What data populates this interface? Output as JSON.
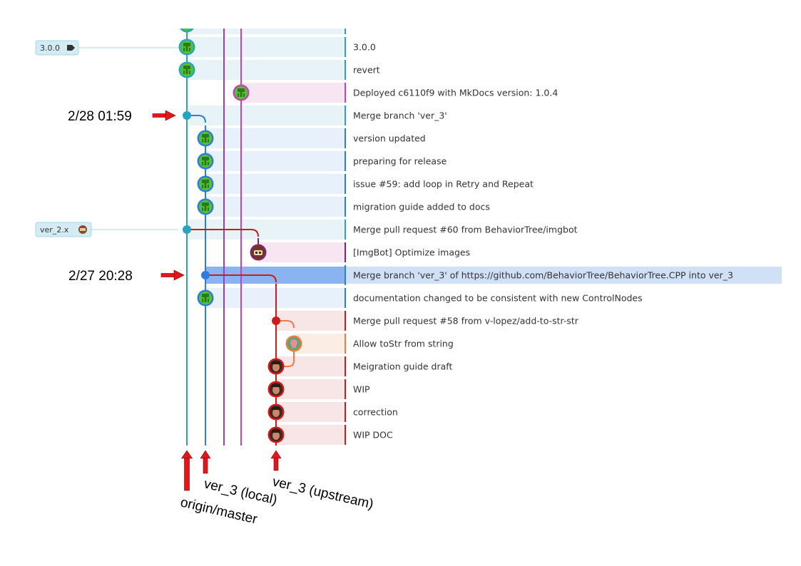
{
  "colors": {
    "master": "#2aa3bf",
    "local": "#2f7be0",
    "pages1": "#9a3fb5",
    "pages2": "#cc3fb8",
    "imgbot": "#8a2070",
    "upstream": "#cf1a1a",
    "tostr": "#ee7a44",
    "arrow": "#e4161d",
    "avatar_green": "#52c234",
    "avatar_red": "#8c3b22"
  },
  "refs": {
    "tag_300": "3.0.0",
    "tag_300_icon": "tag-icon",
    "branch_ver2x": "ver_2.x",
    "branch_ver2x_icon": "imgbot-avatar-icon"
  },
  "annotations": {
    "time_1": "2/28 01:59",
    "time_2": "2/27 20:28",
    "label_master": "origin/master",
    "label_local": "ver_3 (local)",
    "label_upstream": "ver_3 (upstream)"
  },
  "commits": [
    {
      "message": "3.0.0",
      "lane": "master",
      "avatar": "green",
      "merge": false,
      "selected": false
    },
    {
      "message": "revert",
      "lane": "master",
      "avatar": "green",
      "merge": false,
      "selected": false
    },
    {
      "message": "Deployed c6110f9 with MkDocs version: 1.0.4",
      "lane": "pages2",
      "avatar": "green",
      "merge": false,
      "selected": false
    },
    {
      "message": "Merge branch 'ver_3'",
      "lane": "master",
      "avatar": "",
      "merge": true,
      "selected": false
    },
    {
      "message": "version updated",
      "lane": "local",
      "avatar": "green",
      "merge": false,
      "selected": false
    },
    {
      "message": "preparing for release",
      "lane": "local",
      "avatar": "green",
      "merge": false,
      "selected": false
    },
    {
      "message": "issue #59: add loop in Retry and Repeat",
      "lane": "local",
      "avatar": "green",
      "merge": false,
      "selected": false
    },
    {
      "message": "migration guide added to docs",
      "lane": "local",
      "avatar": "green",
      "merge": false,
      "selected": false
    },
    {
      "message": "Merge pull request #60 from BehaviorTree/imgbot",
      "lane": "master",
      "avatar": "",
      "merge": true,
      "selected": false
    },
    {
      "message": "[ImgBot] Optimize images",
      "lane": "imgbot",
      "avatar": "imgbot",
      "merge": false,
      "selected": false
    },
    {
      "message": "Merge branch 'ver_3' of https://github.com/BehaviorTree/BehaviorTree.CPP into ver_3",
      "lane": "local",
      "avatar": "",
      "merge": true,
      "selected": true
    },
    {
      "message": "documentation changed to be consistent with new ControlNodes",
      "lane": "local",
      "avatar": "green",
      "merge": false,
      "selected": false
    },
    {
      "message": "Merge pull request #58 from v-lopez/add-to-str-str",
      "lane": "upstream",
      "avatar": "",
      "merge": true,
      "selected": false
    },
    {
      "message": "Allow toStr from string",
      "lane": "tostr",
      "avatar": "pink",
      "merge": false,
      "selected": false
    },
    {
      "message": "Meigration guide draft",
      "lane": "upstream",
      "avatar": "red",
      "merge": false,
      "selected": false
    },
    {
      "message": "WIP",
      "lane": "upstream",
      "avatar": "red",
      "merge": false,
      "selected": false
    },
    {
      "message": "correction",
      "lane": "upstream",
      "avatar": "red",
      "merge": false,
      "selected": false
    },
    {
      "message": "WIP DOC",
      "lane": "upstream",
      "avatar": "red",
      "merge": false,
      "selected": false
    }
  ]
}
